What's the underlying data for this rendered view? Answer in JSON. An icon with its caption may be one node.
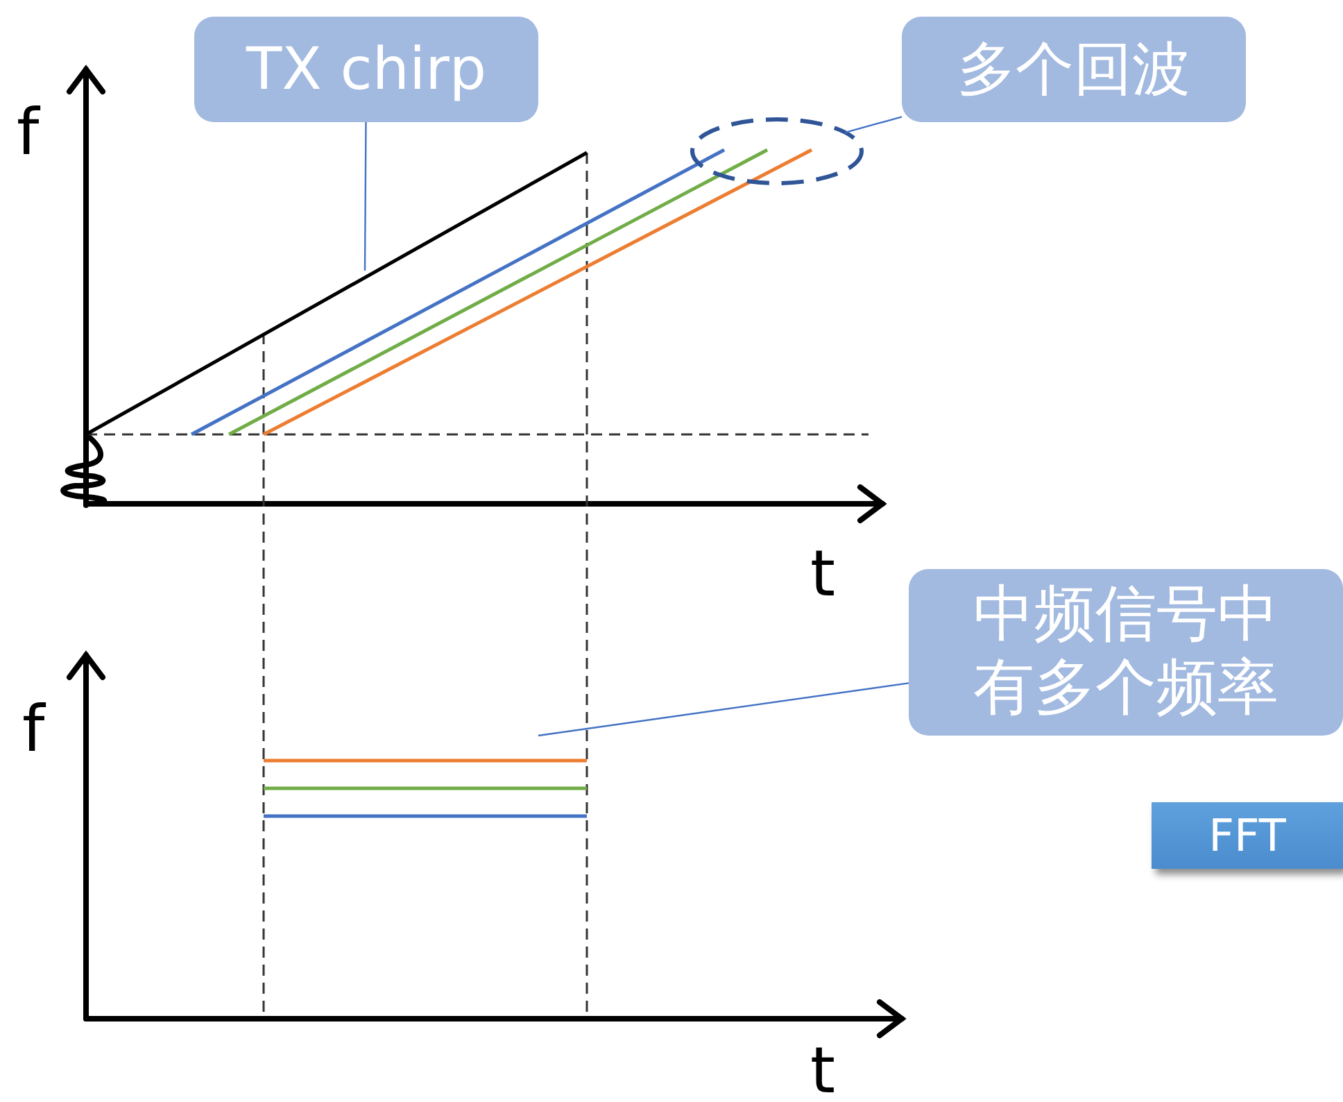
{
  "diagram": {
    "nodes": [
      {
        "text": [
          "TX chirp"
        ]
      },
      {
        "text": [
          "多个回波"
        ]
      },
      {
        "text": [],
        "shape": "ellipse"
      },
      {
        "text": [
          "中频信号中有多个频率"
        ]
      },
      {
        "text": [
          "FFT"
        ]
      }
    ],
    "edges": [
      {
        "from": 0,
        "to": null,
        "arrow": "none"
      },
      {
        "from": 1,
        "to": 2,
        "arrow": "none"
      },
      {
        "from": 3,
        "to": null,
        "arrow": "none"
      }
    ],
    "labels": [
      "f",
      "t",
      "f",
      "t"
    ]
  }
}
